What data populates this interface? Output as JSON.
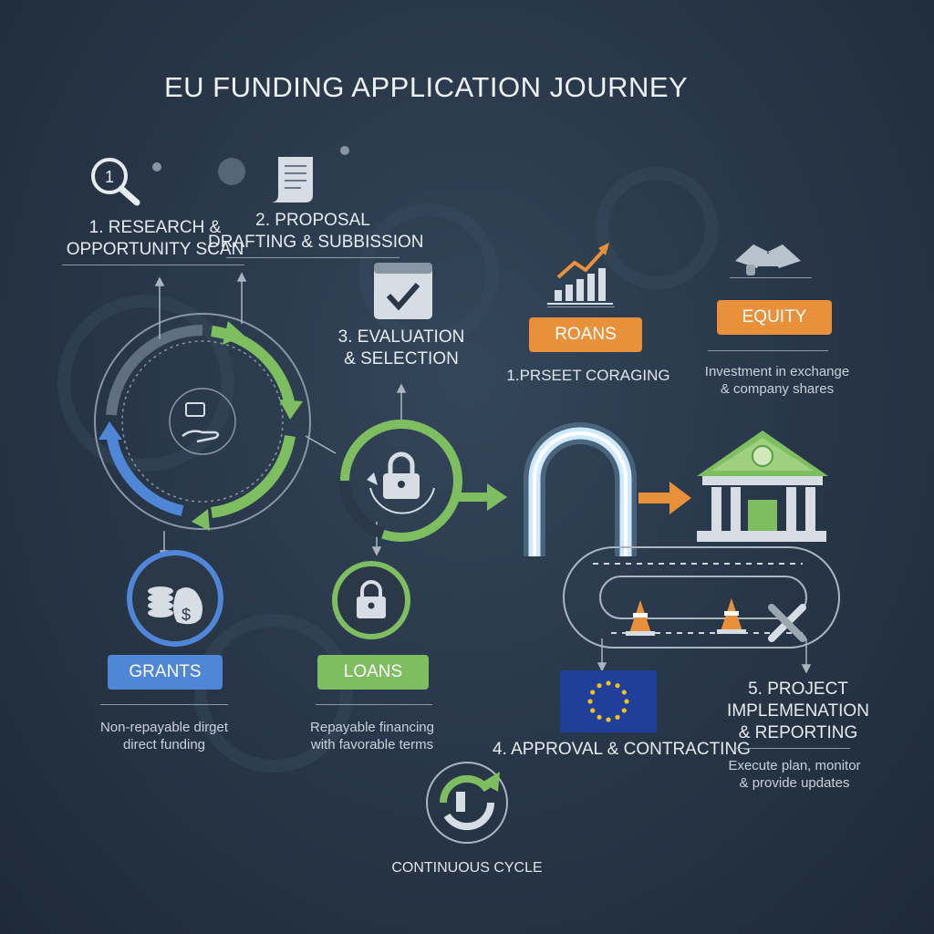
{
  "title": "EU FUNDING APPLICATION JOURNEY",
  "steps": {
    "s1": [
      "1. RESEARCH &",
      "OPPORTUNITY SCAN"
    ],
    "s2": [
      "2. PROPOSAL",
      "DRAFTING & SUBBISSION"
    ],
    "s3": [
      "3. EVALUATION",
      "& SELECTION"
    ],
    "s4": "4. APPROVAL & CONTRACTING",
    "s5": [
      "5. PROJECT",
      "IMPLEMENATION",
      "& REPORTING"
    ]
  },
  "cards": {
    "grants": {
      "label": "GRANTS",
      "desc": [
        "Non-repayable dirget",
        "direct funding"
      ]
    },
    "loans_green": {
      "label": "LOANS",
      "desc": [
        "Repayable financing",
        "with favorable terms"
      ]
    },
    "loans_orange": {
      "label": "ROANS",
      "desc": "1.PRSEET CORAGING"
    },
    "equity": {
      "label": "EQUITY",
      "desc": [
        "Investment in exchange",
        "& company shares"
      ]
    }
  },
  "step5_desc": [
    "Execute plan, monitor",
    "& provide updates"
  ],
  "cycle_label": "CONTINUOUS CYCLE",
  "colors": {
    "blue": "#4f86d6",
    "green": "#7fbd61",
    "orange": "#e8913a",
    "eu_blue": "#1f3f9a",
    "eu_gold": "#f2c21a"
  }
}
